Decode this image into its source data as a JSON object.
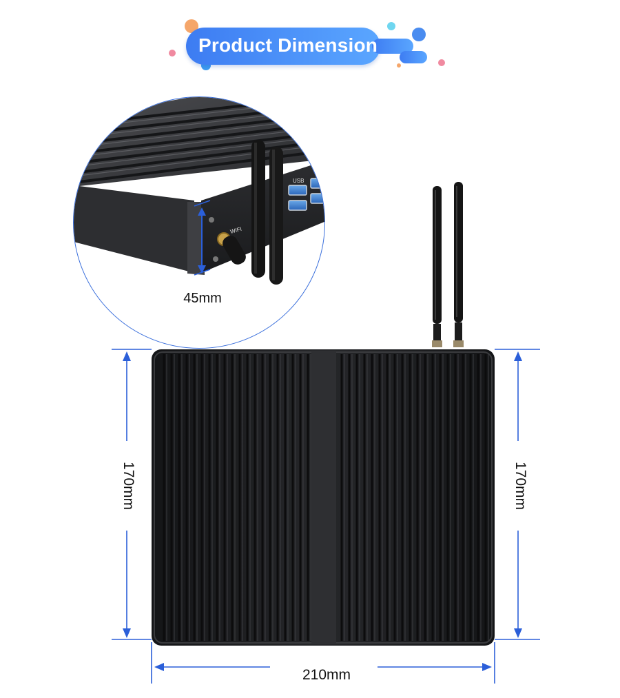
{
  "header": {
    "title": "Product Dimension",
    "colors": {
      "banner_start": "#3d7cf2",
      "banner_end": "#5aa6ff",
      "accent_orange": "#f5a66a",
      "accent_cyan": "#6fd6f0",
      "accent_pink": "#f08aa0"
    }
  },
  "detail_inset": {
    "port_labels": [
      "USB",
      "WIFI"
    ],
    "height_label": "45mm"
  },
  "dimensions": {
    "depth_left": "170mm",
    "depth_right": "170mm",
    "width": "210mm",
    "line_color": "#2b5fd9"
  },
  "device": {
    "body_color": "#1e1f21",
    "fin_color": "#2c2d30",
    "antenna_count": 2
  }
}
